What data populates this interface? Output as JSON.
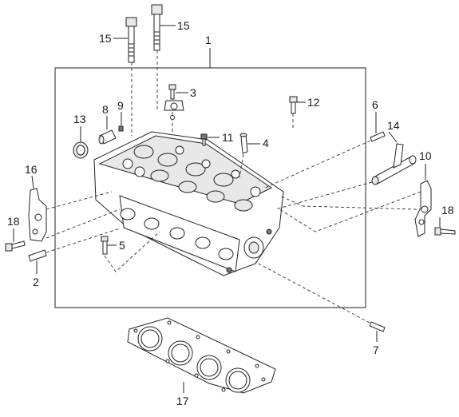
{
  "callouts": {
    "c1": "1",
    "c2": "2",
    "c3": "3",
    "c4": "4",
    "c5": "5",
    "c6": "6",
    "c7": "7",
    "c8": "8",
    "c9": "9",
    "c10": "10",
    "c11": "11",
    "c12": "12",
    "c13": "13",
    "c14": "14",
    "c15a": "15",
    "c15b": "15",
    "c16": "16",
    "c17": "17",
    "c18a": "18",
    "c18b": "18"
  }
}
